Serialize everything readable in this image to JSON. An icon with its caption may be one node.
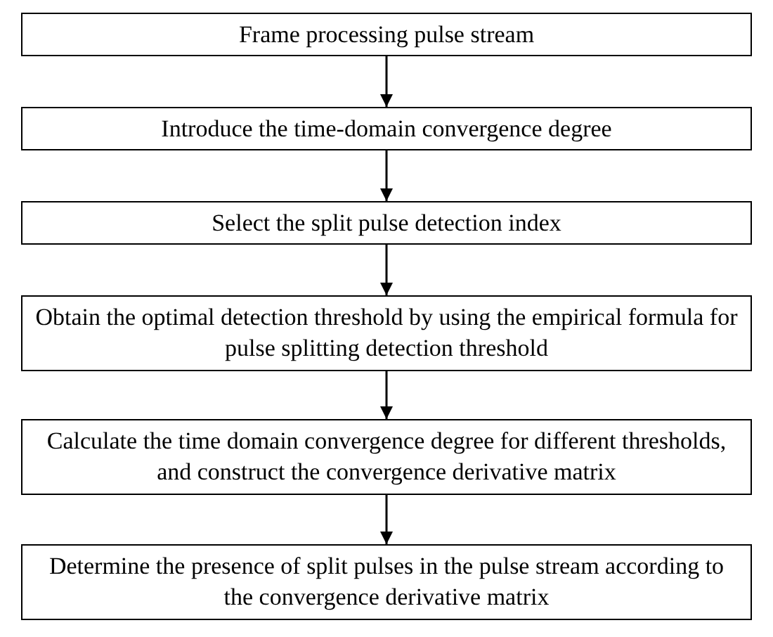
{
  "diagram": {
    "nodes": [
      {
        "text": [
          "Frame processing pulse stream"
        ]
      },
      {
        "text": [
          "Introduce the time-domain convergence degree"
        ]
      },
      {
        "text": [
          "Select the split pulse detection index"
        ]
      },
      {
        "text": [
          "Obtain the optimal detection threshold by using the empirical formula for pulse splitting detection threshold"
        ]
      },
      {
        "text": [
          "Calculate the time domain convergence degree for different thresholds, and construct the convergence derivative matrix"
        ]
      },
      {
        "text": [
          "Determine the presence of split pulses in the pulse stream according to the convergence derivative matrix"
        ]
      }
    ],
    "edges": [
      {
        "from": 0,
        "to": 1,
        "arrow": "to"
      },
      {
        "from": 1,
        "to": 2,
        "arrow": "to"
      },
      {
        "from": 2,
        "to": 3,
        "arrow": "to"
      },
      {
        "from": 3,
        "to": 4,
        "arrow": "to"
      },
      {
        "from": 4,
        "to": 5,
        "arrow": "to"
      }
    ]
  }
}
